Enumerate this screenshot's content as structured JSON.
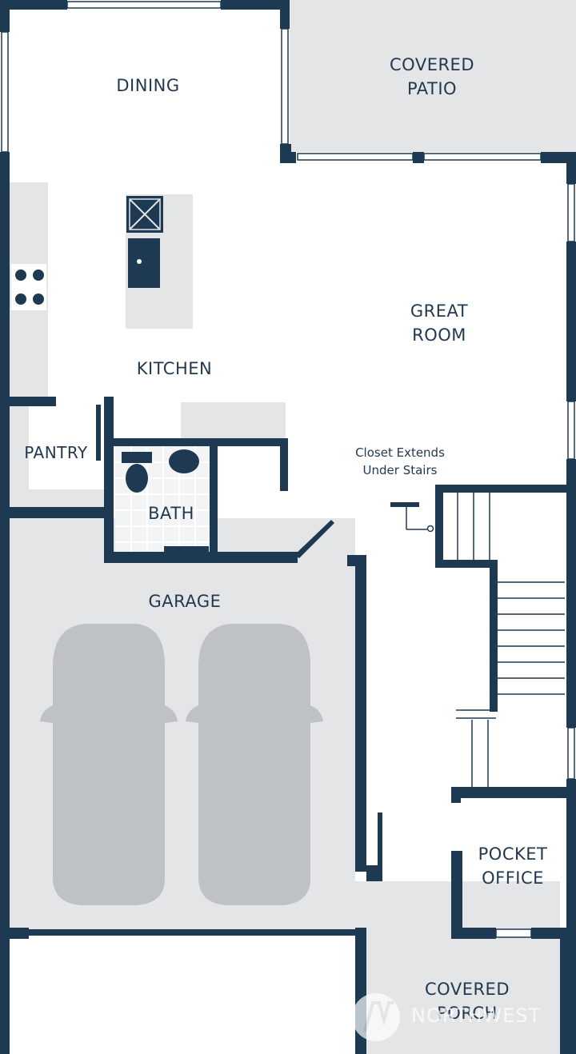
{
  "rooms": {
    "dining": "DINING",
    "covered_patio": [
      "COVERED",
      "PATIO"
    ],
    "great_room": [
      "GREAT",
      "ROOM"
    ],
    "kitchen": "KITCHEN",
    "pantry": "PANTRY",
    "bath": "BATH",
    "garage": "GARAGE",
    "pocket_office": [
      "POCKET",
      "OFFICE"
    ],
    "covered_porch": [
      "COVERED",
      "PORCH"
    ]
  },
  "notes": {
    "closet": [
      "Closet Extends",
      "Under Stairs"
    ]
  },
  "watermark": {
    "text": "NORTHWEST",
    "icon": "nwmls-logo-icon"
  },
  "colors": {
    "wall": "#1d3a52",
    "floor_fill": "#e3e5e7",
    "fixture": "#1d3a52",
    "text": "#22394f"
  }
}
